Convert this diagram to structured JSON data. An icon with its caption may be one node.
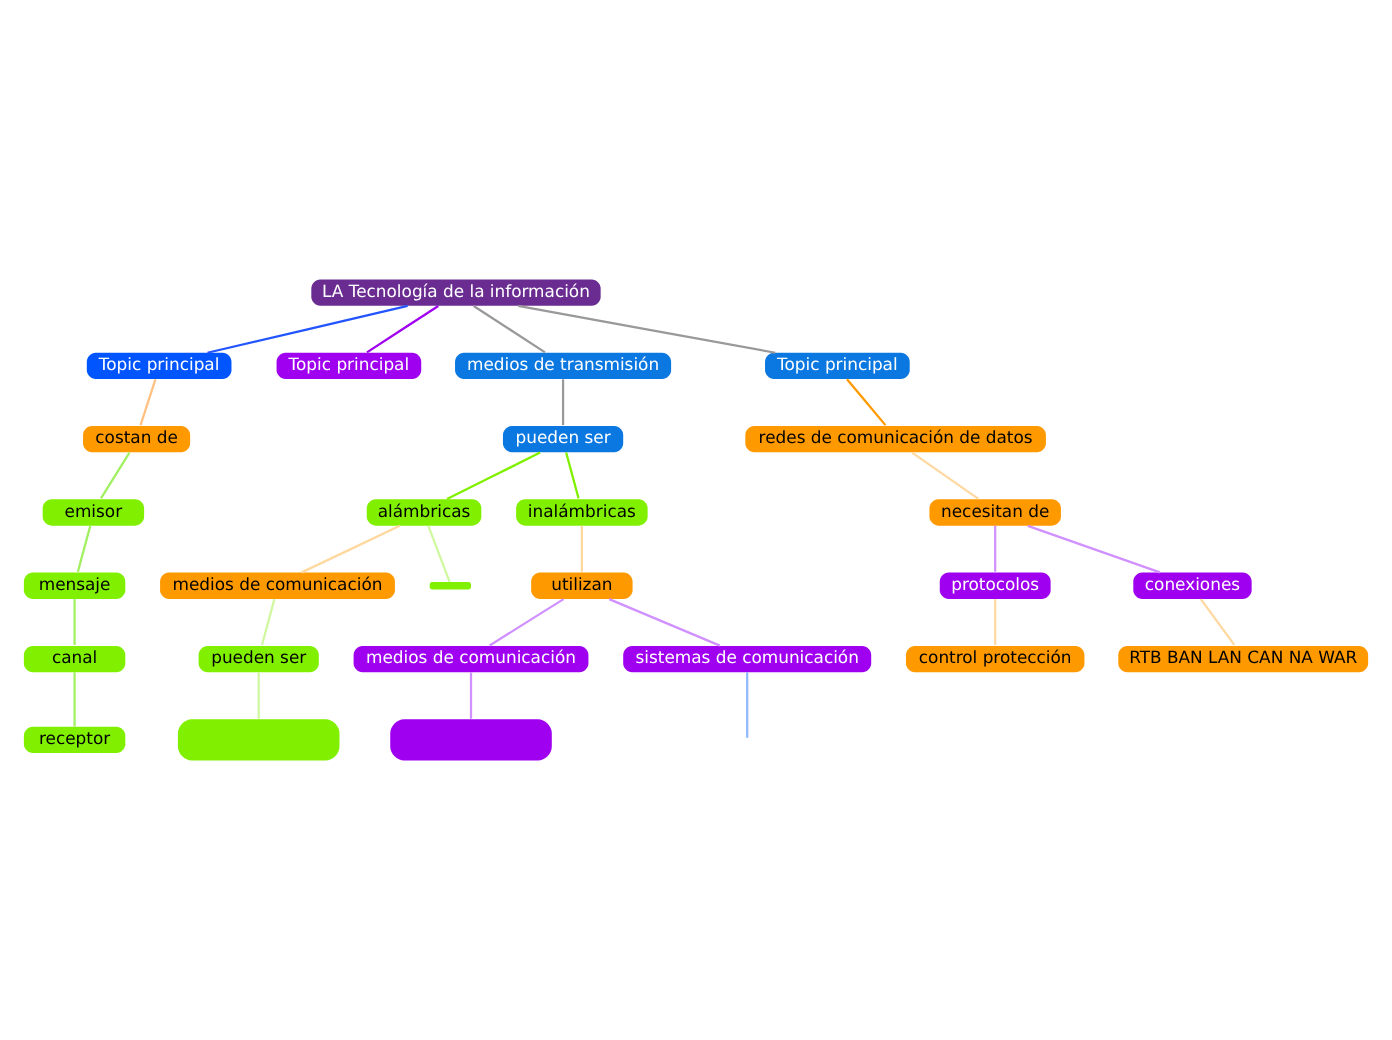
{
  "diagram": {
    "nodes": [
      {
        "text": [
          "LA Tecnología de la información"
        ]
      },
      {
        "text": [
          "Topic principal"
        ]
      },
      {
        "text": [
          "Topic principal"
        ]
      },
      {
        "text": [
          "medios de transmisión"
        ]
      },
      {
        "text": [
          "Topic principal"
        ]
      },
      {
        "text": [
          "costan de"
        ]
      },
      {
        "text": [
          "emisor"
        ]
      },
      {
        "text": [
          "mensaje"
        ]
      },
      {
        "text": [
          "canal"
        ]
      },
      {
        "text": [
          "receptor"
        ]
      },
      {
        "text": [
          "pueden ser"
        ]
      },
      {
        "text": [
          "alámbricas"
        ]
      },
      {
        "text": [
          "inalámbricas"
        ]
      },
      {
        "text": [
          "medios de comunicación"
        ]
      },
      {
        "text": [],
        "shape": "bar"
      },
      {
        "text": [
          "pueden ser"
        ]
      },
      {
        "text": [],
        "shape": "box"
      },
      {
        "text": [
          "utilizan"
        ]
      },
      {
        "text": [
          "medios de comunicación"
        ]
      },
      {
        "text": [
          "sistemas de comunicación"
        ]
      },
      {
        "text": [],
        "shape": "box"
      },
      {
        "text": [
          "redes de comunicación de datos"
        ]
      },
      {
        "text": [
          "necesitan de"
        ]
      },
      {
        "text": [
          "protocolos"
        ]
      },
      {
        "text": [
          "conexiones"
        ]
      },
      {
        "text": [
          "control protección"
        ]
      },
      {
        "text": [
          "RTB BAN LAN CAN NA WAR"
        ]
      }
    ],
    "edges": [
      {
        "from": 0,
        "to": 1,
        "arrow": "none",
        "color": "#2255ff"
      },
      {
        "from": 0,
        "to": 2,
        "arrow": "none",
        "color": "#a000f0"
      },
      {
        "from": 0,
        "to": 3,
        "arrow": "none",
        "color": "#999999"
      },
      {
        "from": 0,
        "to": 4,
        "arrow": "none",
        "color": "#999999"
      },
      {
        "from": 1,
        "to": 5,
        "arrow": "none",
        "color": "#ffc080"
      },
      {
        "from": 5,
        "to": 6,
        "arrow": "none",
        "color": "#a0f060"
      },
      {
        "from": 6,
        "to": 7,
        "arrow": "none",
        "color": "#a0f060"
      },
      {
        "from": 7,
        "to": 8,
        "arrow": "none",
        "color": "#a0f060"
      },
      {
        "from": 8,
        "to": 9,
        "arrow": "none",
        "color": "#a0f060"
      },
      {
        "from": 3,
        "to": 10,
        "arrow": "none",
        "color": "#999999"
      },
      {
        "from": 10,
        "to": 11,
        "arrow": "none",
        "color": "#80f000"
      },
      {
        "from": 10,
        "to": 12,
        "arrow": "none",
        "color": "#80f000"
      },
      {
        "from": 11,
        "to": 13,
        "arrow": "none",
        "color": "#ffd8a0"
      },
      {
        "from": 11,
        "to": 14,
        "arrow": "none",
        "color": "#d0f8a0"
      },
      {
        "from": 13,
        "to": 15,
        "arrow": "none",
        "color": "#d0f8a0"
      },
      {
        "from": 15,
        "to": 16,
        "arrow": "none",
        "color": "#d0f8a0"
      },
      {
        "from": 12,
        "to": 17,
        "arrow": "none",
        "color": "#ffd8a0"
      },
      {
        "from": 17,
        "to": 18,
        "arrow": "none",
        "color": "#d090ff"
      },
      {
        "from": 17,
        "to": 19,
        "arrow": "none",
        "color": "#d090ff"
      },
      {
        "from": 18,
        "to": 20,
        "arrow": "none",
        "color": "#d090ff"
      },
      {
        "from": 19,
        "to": null,
        "arrow": "none",
        "color": "#90b8ff"
      },
      {
        "from": 4,
        "to": 21,
        "arrow": "none",
        "color": "#ff9900"
      },
      {
        "from": 21,
        "to": 22,
        "arrow": "none",
        "color": "#ffd8a0"
      },
      {
        "from": 22,
        "to": 23,
        "arrow": "none",
        "color": "#d090ff"
      },
      {
        "from": 22,
        "to": 24,
        "arrow": "none",
        "color": "#d090ff"
      },
      {
        "from": 23,
        "to": 25,
        "arrow": "none",
        "color": "#ffd8a0"
      },
      {
        "from": 24,
        "to": 26,
        "arrow": "none",
        "color": "#ffd8a0"
      }
    ]
  }
}
